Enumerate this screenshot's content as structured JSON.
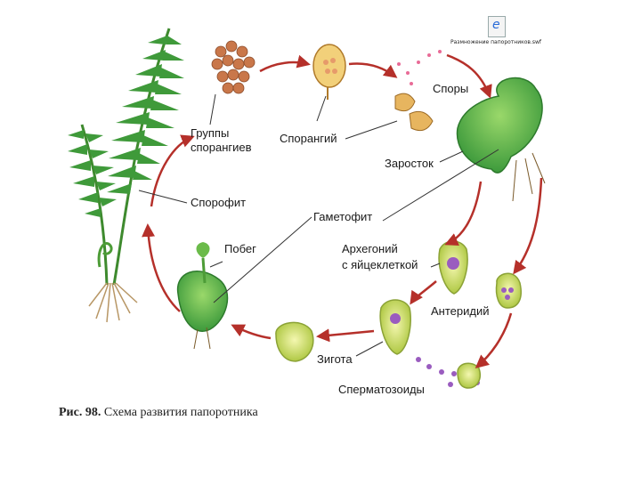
{
  "file": {
    "name": "Размножение папоротников.swf",
    "icon": "document-icon"
  },
  "labels": {
    "sporangia_groups": [
      "Группы",
      "спорангиев"
    ],
    "sporangium": "Спорангий",
    "spores": "Споры",
    "prothallus": "Заросток",
    "sporophyte": "Спорофит",
    "gametophyte": "Гаметофит",
    "shoot": "Побег",
    "archegonium": [
      "Архегоний",
      "с яйцеклеткой"
    ],
    "antheridium": "Антеридий",
    "zygote": "Зигота",
    "spermatozoa": "Сперматозоиды"
  },
  "caption": {
    "number": "Рис. 98.",
    "text": "Схема развития папоротника"
  },
  "colors": {
    "arrow": "#b5302a",
    "leaf": "#3f9a3a",
    "leaf_light": "#8dcc5a",
    "sporangia": "#c9774a",
    "root": "#b89766"
  }
}
